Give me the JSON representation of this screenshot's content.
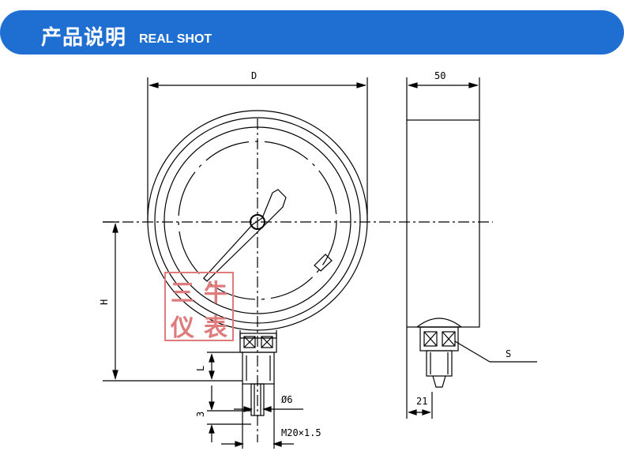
{
  "header": {
    "title": "产品说明",
    "subtitle": "REAL SHOT"
  },
  "colors": {
    "banner": "#1f6fd2",
    "stamp": "#e07b7b",
    "line": "#000000"
  },
  "diagram": {
    "labels": {
      "diameter": "D",
      "depth": "50",
      "height": "H",
      "thread_length": "L",
      "small_dim": "3",
      "bore": "Ø6",
      "thread": "M20×1.5",
      "wrench": "S",
      "hex_width": "21"
    }
  },
  "watermark": {
    "chars": [
      "三",
      "牛",
      "仪",
      "表"
    ]
  }
}
